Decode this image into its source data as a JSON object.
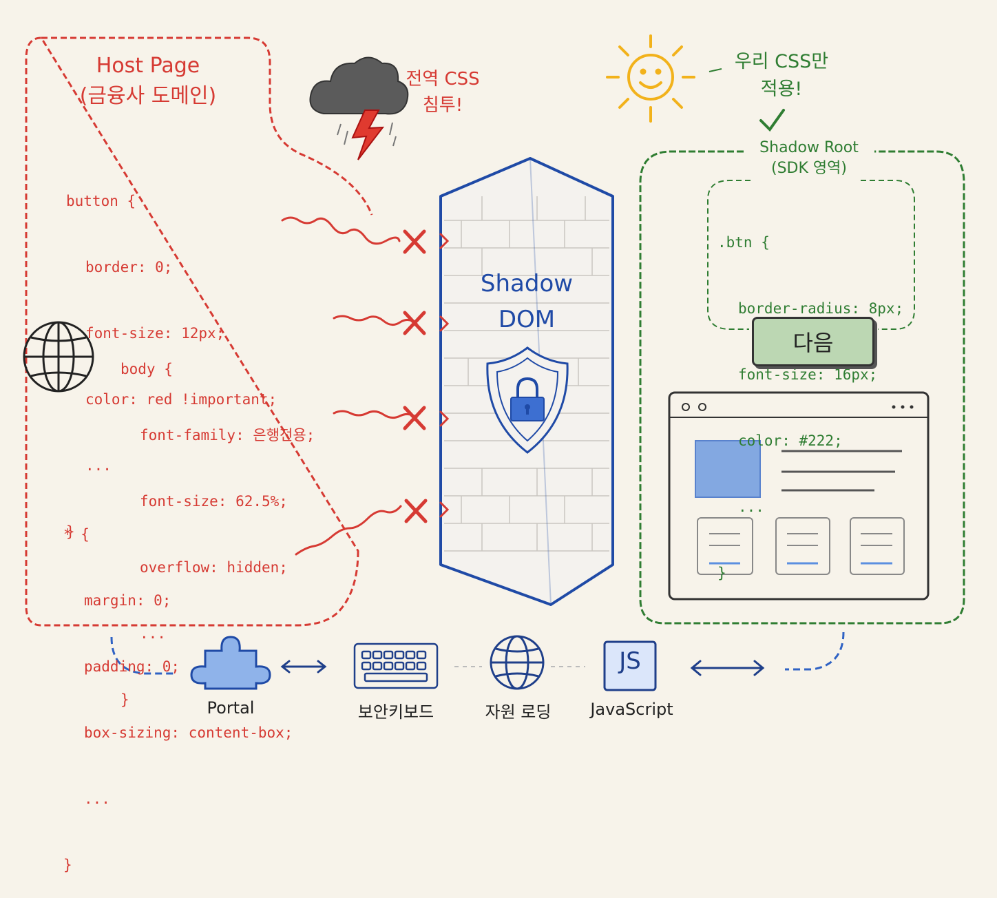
{
  "host_page": {
    "title": "Host Page",
    "subtitle": "(금융사 도메인)",
    "css_blocks": [
      {
        "selector": "button {",
        "lines": [
          "border: 0;",
          "font-size: 12px;",
          "color: red !important;",
          "..."
        ],
        "close": "}"
      },
      {
        "selector": "body {",
        "lines": [
          "font-family: 은행전용;",
          "font-size: 62.5%;",
          "overflow: hidden;",
          "..."
        ],
        "close": "}"
      },
      {
        "selector": "* {",
        "lines": [
          "margin: 0;",
          "padding: 0;",
          "box-sizing: content-box;",
          "..."
        ],
        "close": "}"
      }
    ]
  },
  "storm_note": {
    "line1": "전역 CSS",
    "line2": "침투!"
  },
  "sun_note": {
    "line1": "우리 CSS만",
    "line2": "적용!"
  },
  "shadow_dom": {
    "line1": "Shadow",
    "line2": "DOM"
  },
  "shadow_root": {
    "title": "Shadow Root",
    "subtitle": "(SDK 영역)",
    "selector": ".btn {",
    "lines": [
      "border-radius: 8px;",
      "font-size: 16px;",
      "color: #222;",
      "..."
    ],
    "close": "}",
    "button_label": "다음"
  },
  "bottom_items": [
    {
      "label": "Portal",
      "icon": "puzzle-icon"
    },
    {
      "label": "보안키보드",
      "icon": "keyboard-icon"
    },
    {
      "label": "자원 로딩",
      "icon": "globe-icon"
    },
    {
      "label": "JavaScript",
      "icon": "js-icon",
      "icon_text": "JS"
    }
  ],
  "colors": {
    "host": "#d63a33",
    "shadow": "#1f4aa6",
    "root": "#2f7d32",
    "sun": "#f2b21b"
  }
}
